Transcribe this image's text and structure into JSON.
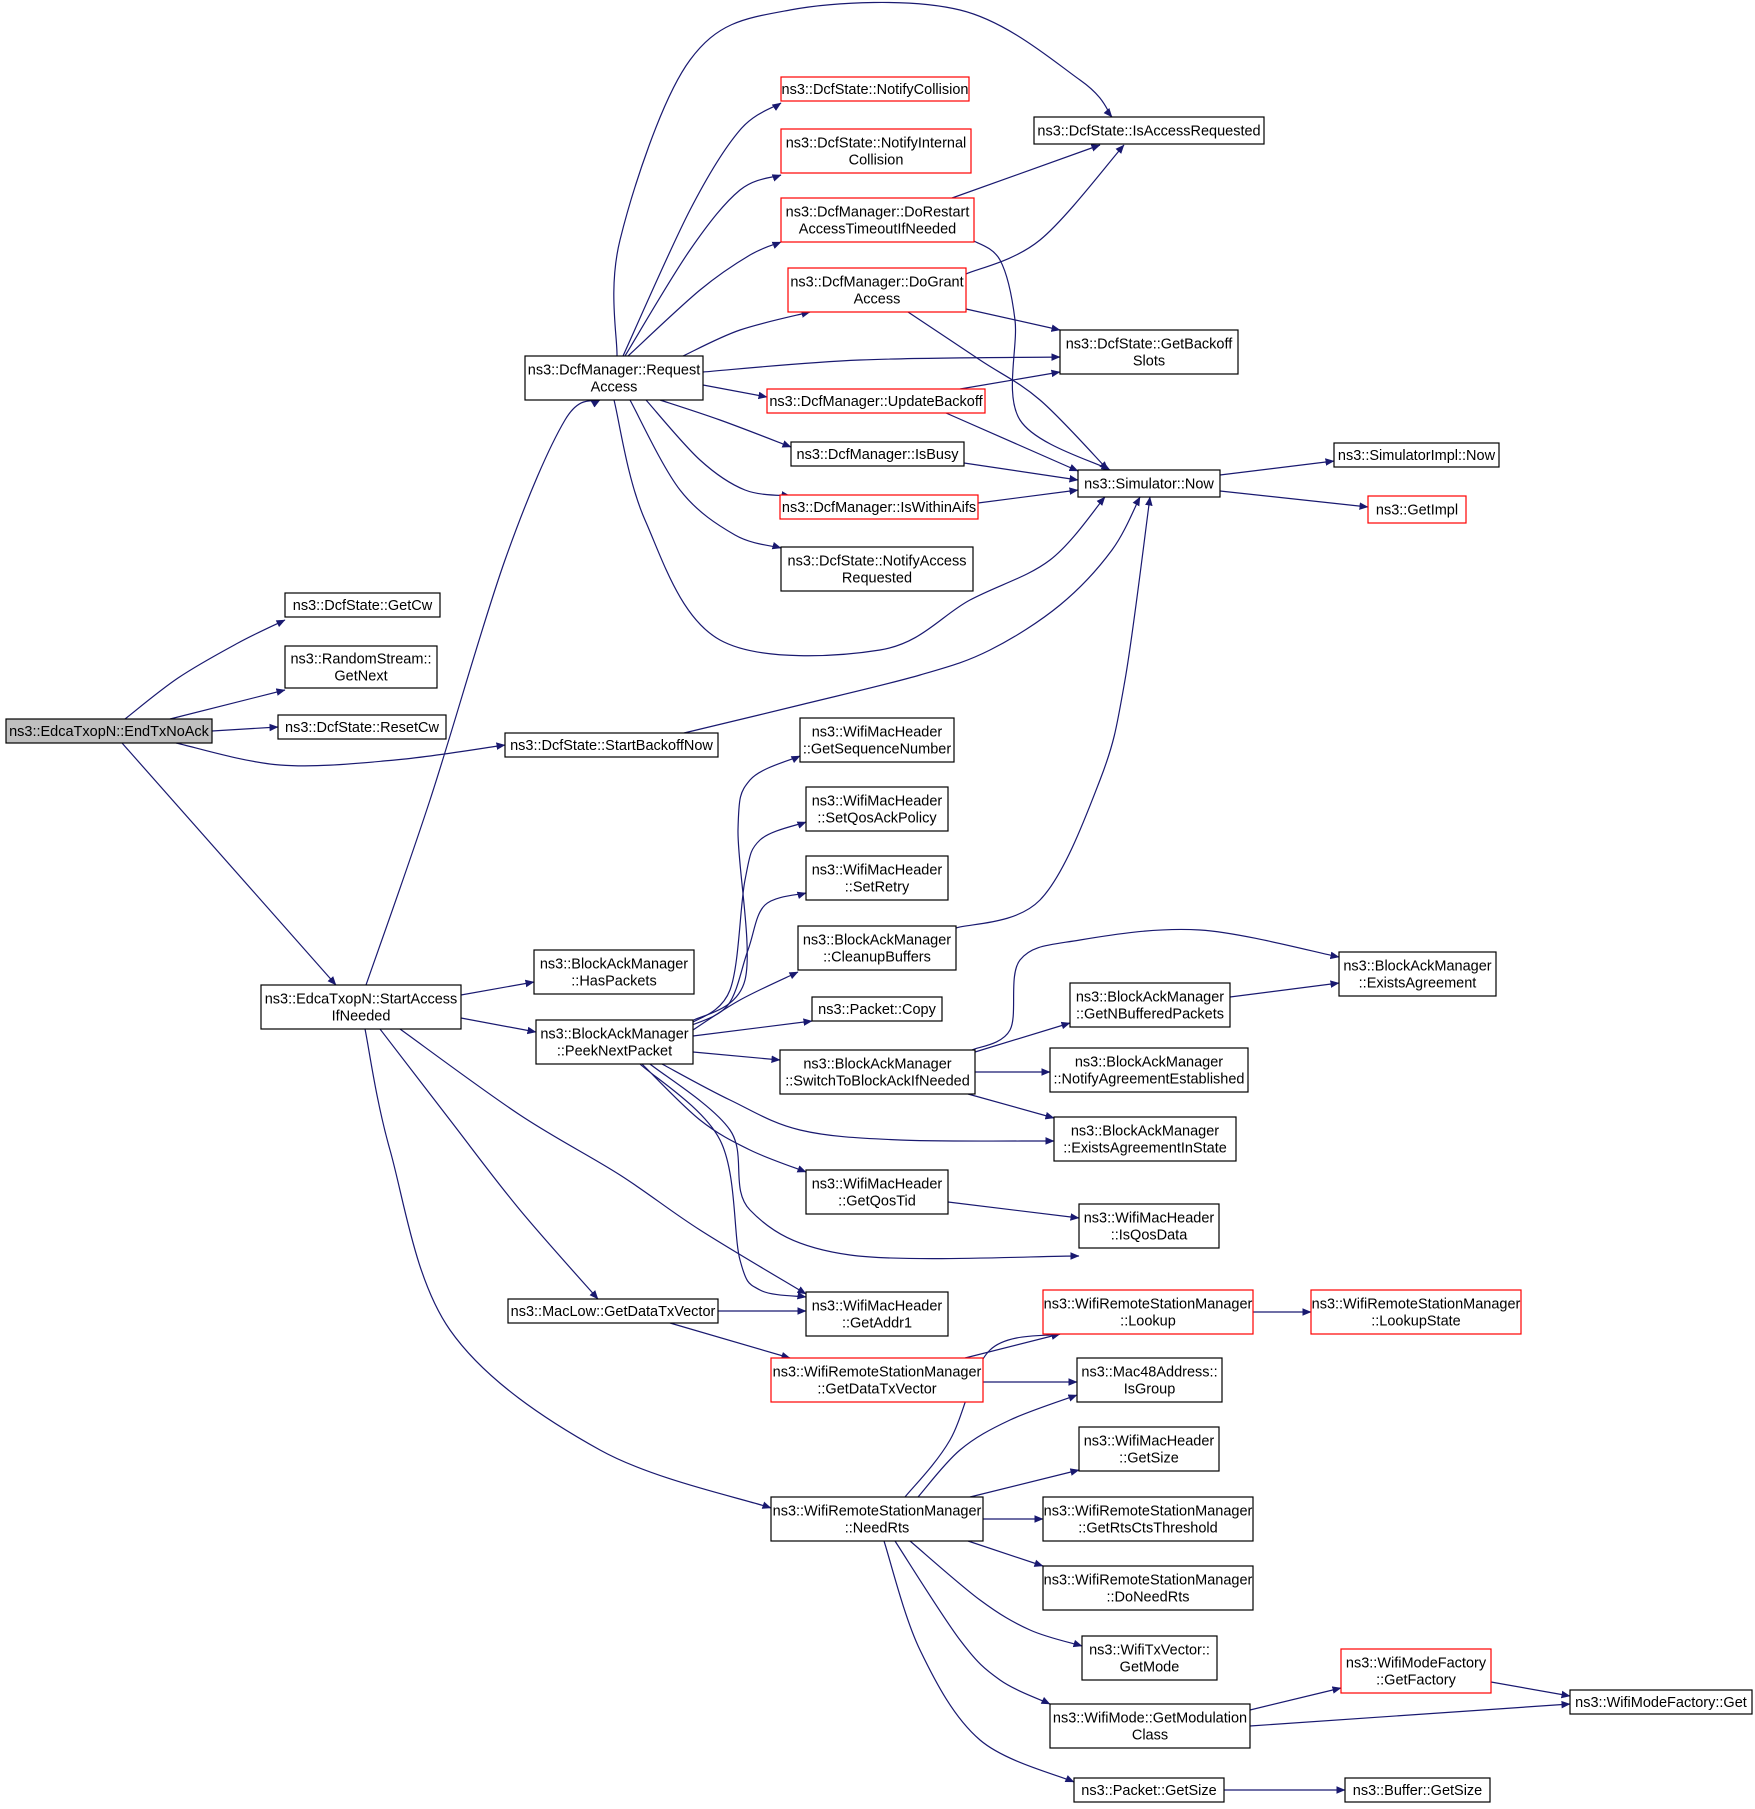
{
  "diagram": {
    "colors": {
      "edge": "#191970",
      "node_border": "#000000",
      "node_border_truncated": "#ff0000",
      "root_fill": "#bfbfbf",
      "node_fill": "#ffffff",
      "text": "#000000"
    },
    "nodes": [
      {
        "id": "root",
        "lines": [
          "ns3::EdcaTxopN::EndTxNoAck"
        ],
        "style": "root"
      },
      {
        "id": "getcw",
        "lines": [
          "ns3::DcfState::GetCw"
        ],
        "style": "normal"
      },
      {
        "id": "randomnext",
        "lines": [
          "ns3::RandomStream::",
          "GetNext"
        ],
        "style": "normal"
      },
      {
        "id": "resetcw",
        "lines": [
          "ns3::DcfState::ResetCw"
        ],
        "style": "normal"
      },
      {
        "id": "startbackoff",
        "lines": [
          "ns3::DcfState::StartBackoffNow"
        ],
        "style": "normal"
      },
      {
        "id": "startaccess",
        "lines": [
          "ns3::EdcaTxopN::StartAccess",
          "IfNeeded"
        ],
        "style": "normal"
      },
      {
        "id": "requestaccess",
        "lines": [
          "ns3::DcfManager::Request",
          "Access"
        ],
        "style": "normal"
      },
      {
        "id": "notifycollision",
        "lines": [
          "ns3::DcfState::NotifyCollision"
        ],
        "style": "truncated"
      },
      {
        "id": "notifyinternal",
        "lines": [
          "ns3::DcfState::NotifyInternal",
          "Collision"
        ],
        "style": "truncated"
      },
      {
        "id": "dorestart",
        "lines": [
          "ns3::DcfManager::DoRestart",
          "AccessTimeoutIfNeeded"
        ],
        "style": "truncated"
      },
      {
        "id": "dogrant",
        "lines": [
          "ns3::DcfManager::DoGrant",
          "Access"
        ],
        "style": "truncated"
      },
      {
        "id": "updatebackoff",
        "lines": [
          "ns3::DcfManager::UpdateBackoff"
        ],
        "style": "truncated"
      },
      {
        "id": "isbusy",
        "lines": [
          "ns3::DcfManager::IsBusy"
        ],
        "style": "normal"
      },
      {
        "id": "iswithinaifs",
        "lines": [
          "ns3::DcfManager::IsWithinAifs"
        ],
        "style": "truncated"
      },
      {
        "id": "notifyaccess",
        "lines": [
          "ns3::DcfState::NotifyAccess",
          "Requested"
        ],
        "style": "normal"
      },
      {
        "id": "isaccessrequested",
        "lines": [
          "ns3::DcfState::IsAccessRequested"
        ],
        "style": "normal"
      },
      {
        "id": "getbackoffslots",
        "lines": [
          "ns3::DcfState::GetBackoff",
          "Slots"
        ],
        "style": "normal"
      },
      {
        "id": "simnow",
        "lines": [
          "ns3::Simulator::Now"
        ],
        "style": "normal"
      },
      {
        "id": "simimplnow",
        "lines": [
          "ns3::SimulatorImpl::Now"
        ],
        "style": "normal"
      },
      {
        "id": "getimpl",
        "lines": [
          "ns3::GetImpl"
        ],
        "style": "truncated"
      },
      {
        "id": "haspackets",
        "lines": [
          "ns3::BlockAckManager",
          "::HasPackets"
        ],
        "style": "normal"
      },
      {
        "id": "peeknext",
        "lines": [
          "ns3::BlockAckManager",
          "::PeekNextPacket"
        ],
        "style": "normal"
      },
      {
        "id": "getseqnum",
        "lines": [
          "ns3::WifiMacHeader",
          "::GetSequenceNumber"
        ],
        "style": "normal"
      },
      {
        "id": "setqosack",
        "lines": [
          "ns3::WifiMacHeader",
          "::SetQosAckPolicy"
        ],
        "style": "normal"
      },
      {
        "id": "setretry",
        "lines": [
          "ns3::WifiMacHeader",
          "::SetRetry"
        ],
        "style": "normal"
      },
      {
        "id": "cleanup",
        "lines": [
          "ns3::BlockAckManager",
          "::CleanupBuffers"
        ],
        "style": "normal"
      },
      {
        "id": "packetcopy",
        "lines": [
          "ns3::Packet::Copy"
        ],
        "style": "normal"
      },
      {
        "id": "switchtoba",
        "lines": [
          "ns3::BlockAckManager",
          "::SwitchToBlockAckIfNeeded"
        ],
        "style": "normal"
      },
      {
        "id": "getqostid",
        "lines": [
          "ns3::WifiMacHeader",
          "::GetQosTid"
        ],
        "style": "normal"
      },
      {
        "id": "getaddr1",
        "lines": [
          "ns3::WifiMacHeader",
          "::GetAddr1"
        ],
        "style": "normal"
      },
      {
        "id": "getnbuffered",
        "lines": [
          "ns3::BlockAckManager",
          "::GetNBufferedPackets"
        ],
        "style": "normal"
      },
      {
        "id": "notifyagreement",
        "lines": [
          "ns3::BlockAckManager",
          "::NotifyAgreementEstablished"
        ],
        "style": "normal"
      },
      {
        "id": "existsinstate",
        "lines": [
          "ns3::BlockAckManager",
          "::ExistsAgreementInState"
        ],
        "style": "normal"
      },
      {
        "id": "existsagreement",
        "lines": [
          "ns3::BlockAckManager",
          "::ExistsAgreement"
        ],
        "style": "normal"
      },
      {
        "id": "isqosdata",
        "lines": [
          "ns3::WifiMacHeader",
          "::IsQosData"
        ],
        "style": "normal"
      },
      {
        "id": "getdatatx",
        "lines": [
          "ns3::MacLow::GetDataTxVector"
        ],
        "style": "normal"
      },
      {
        "id": "rsmgetdatatx",
        "lines": [
          "ns3::WifiRemoteStationManager",
          "::GetDataTxVector"
        ],
        "style": "truncated"
      },
      {
        "id": "rsmlookup",
        "lines": [
          "ns3::WifiRemoteStationManager",
          "::Lookup"
        ],
        "style": "truncated"
      },
      {
        "id": "lookupstate",
        "lines": [
          "ns3::WifiRemoteStationManager",
          "::LookupState"
        ],
        "style": "truncated"
      },
      {
        "id": "isgroup",
        "lines": [
          "ns3::Mac48Address::",
          "IsGroup"
        ],
        "style": "normal"
      },
      {
        "id": "macgetsize",
        "lines": [
          "ns3::WifiMacHeader",
          "::GetSize"
        ],
        "style": "normal"
      },
      {
        "id": "needrts",
        "lines": [
          "ns3::WifiRemoteStationManager",
          "::NeedRts"
        ],
        "style": "normal"
      },
      {
        "id": "getrtscts",
        "lines": [
          "ns3::WifiRemoteStationManager",
          "::GetRtsCtsThreshold"
        ],
        "style": "normal"
      },
      {
        "id": "doneedrts",
        "lines": [
          "ns3::WifiRemoteStationManager",
          "::DoNeedRts"
        ],
        "style": "normal"
      },
      {
        "id": "txgetmode",
        "lines": [
          "ns3::WifiTxVector::",
          "GetMode"
        ],
        "style": "normal"
      },
      {
        "id": "getmodclass",
        "lines": [
          "ns3::WifiMode::GetModulation",
          "Class"
        ],
        "style": "normal"
      },
      {
        "id": "getfactory",
        "lines": [
          "ns3::WifiModeFactory",
          "::GetFactory"
        ],
        "style": "truncated"
      },
      {
        "id": "factoryget",
        "lines": [
          "ns3::WifiModeFactory::Get"
        ],
        "style": "normal"
      },
      {
        "id": "pktgetsize",
        "lines": [
          "ns3::Packet::GetSize"
        ],
        "style": "normal"
      },
      {
        "id": "bufgetsize",
        "lines": [
          "ns3::Buffer::GetSize"
        ],
        "style": "normal"
      }
    ],
    "edges": [
      [
        "root",
        "getcw"
      ],
      [
        "root",
        "randomnext"
      ],
      [
        "root",
        "resetcw"
      ],
      [
        "root",
        "startbackoff"
      ],
      [
        "root",
        "startaccess"
      ],
      [
        "startbackoff",
        "simnow"
      ],
      [
        "startaccess",
        "requestaccess"
      ],
      [
        "startaccess",
        "haspackets"
      ],
      [
        "startaccess",
        "peeknext"
      ],
      [
        "startaccess",
        "getdatatx"
      ],
      [
        "startaccess",
        "getaddr1"
      ],
      [
        "startaccess",
        "needrts"
      ],
      [
        "requestaccess",
        "isaccessrequested"
      ],
      [
        "requestaccess",
        "notifycollision"
      ],
      [
        "requestaccess",
        "notifyinternal"
      ],
      [
        "requestaccess",
        "dorestart"
      ],
      [
        "requestaccess",
        "dogrant"
      ],
      [
        "requestaccess",
        "getbackoffslots"
      ],
      [
        "requestaccess",
        "updatebackoff"
      ],
      [
        "requestaccess",
        "isbusy"
      ],
      [
        "requestaccess",
        "iswithinaifs"
      ],
      [
        "requestaccess",
        "notifyaccess"
      ],
      [
        "requestaccess",
        "simnow"
      ],
      [
        "dorestart",
        "isaccessrequested"
      ],
      [
        "dorestart",
        "simnow"
      ],
      [
        "dogrant",
        "isaccessrequested"
      ],
      [
        "dogrant",
        "getbackoffslots"
      ],
      [
        "dogrant",
        "simnow"
      ],
      [
        "updatebackoff",
        "getbackoffslots"
      ],
      [
        "updatebackoff",
        "simnow"
      ],
      [
        "isbusy",
        "simnow"
      ],
      [
        "iswithinaifs",
        "simnow"
      ],
      [
        "simnow",
        "simimplnow"
      ],
      [
        "simnow",
        "getimpl"
      ],
      [
        "peeknext",
        "getseqnum"
      ],
      [
        "peeknext",
        "setqosack"
      ],
      [
        "peeknext",
        "setretry"
      ],
      [
        "peeknext",
        "cleanup"
      ],
      [
        "peeknext",
        "packetcopy"
      ],
      [
        "peeknext",
        "switchtoba"
      ],
      [
        "peeknext",
        "existsinstate"
      ],
      [
        "peeknext",
        "getqostid"
      ],
      [
        "peeknext",
        "isqosdata"
      ],
      [
        "peeknext",
        "getaddr1"
      ],
      [
        "cleanup",
        "simnow"
      ],
      [
        "switchtoba",
        "existsagreement"
      ],
      [
        "switchtoba",
        "getnbuffered"
      ],
      [
        "switchtoba",
        "notifyagreement"
      ],
      [
        "switchtoba",
        "existsinstate"
      ],
      [
        "getnbuffered",
        "existsagreement"
      ],
      [
        "getqostid",
        "isqosdata"
      ],
      [
        "getdatatx",
        "getaddr1"
      ],
      [
        "getdatatx",
        "rsmgetdatatx"
      ],
      [
        "rsmgetdatatx",
        "rsmlookup"
      ],
      [
        "rsmgetdatatx",
        "isgroup"
      ],
      [
        "rsmlookup",
        "lookupstate"
      ],
      [
        "needrts",
        "rsmlookup"
      ],
      [
        "needrts",
        "isgroup"
      ],
      [
        "needrts",
        "macgetsize"
      ],
      [
        "needrts",
        "getrtscts"
      ],
      [
        "needrts",
        "doneedrts"
      ],
      [
        "needrts",
        "txgetmode"
      ],
      [
        "needrts",
        "getmodclass"
      ],
      [
        "needrts",
        "pktgetsize"
      ],
      [
        "getmodclass",
        "getfactory"
      ],
      [
        "getmodclass",
        "factoryget"
      ],
      [
        "getfactory",
        "factoryget"
      ],
      [
        "pktgetsize",
        "bufgetsize"
      ]
    ]
  }
}
